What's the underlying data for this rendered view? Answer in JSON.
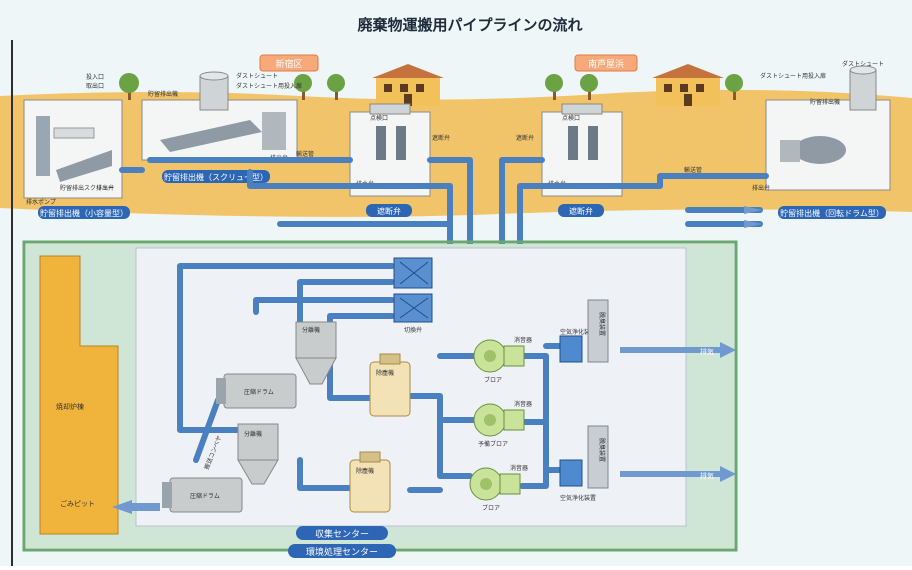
{
  "title": "廃棄物運搬用パイプラインの流れ",
  "badges": {
    "left_area": "新宿区",
    "right_area": "南芦屋浜"
  },
  "colors": {
    "sky": "#eef6f7",
    "ground": "#f2c46a",
    "ground_dark": "#e2a94a",
    "pipe": "#4a7fc0",
    "pipe_dark": "#2f5f9e",
    "building": "#f4f6f6",
    "badge_bg": "#f7a97a",
    "badge_border": "#e07a4a",
    "label_bg": "#2d66b4",
    "center_bg": "#cfe6d6",
    "center_border": "#6aa86f",
    "inner_bg": "#eef2f7",
    "boiler": "#f0b43c",
    "tank": "#f3e2b5",
    "blower": "#c9e39a",
    "sep": "#c8cccc",
    "house_wall": "#f3c15a",
    "roof": "#c6723c",
    "tree": "#6aa244",
    "trunk": "#8a5a2c"
  },
  "icons": {
    "tree": "tree-icon",
    "house": "house-icon",
    "flow_arrow": "arrow-right-icon",
    "exit_arrow": "arrow-left-icon"
  },
  "facilities": {
    "small_storage": {
      "label": "貯留排出機（小容量型）",
      "notes": [
        "投入口",
        "取出口",
        "貯留排出スクリュー",
        "排出弁",
        "排水ポンプ"
      ]
    },
    "screw_storage": {
      "label": "貯留排出機（スクリュー型）",
      "notes": [
        "ダストシュート",
        "ダストシュート用投入扉",
        "貯留排出機",
        "排出弁"
      ]
    },
    "shutoff_left": {
      "label": "遮断弁",
      "notes": [
        "遮断弁",
        "点検口",
        "排水弁"
      ]
    },
    "shutoff_right": {
      "label": "遮断弁",
      "notes": [
        "遮断弁",
        "点検口",
        "排水弁"
      ]
    },
    "drum_storage": {
      "label": "貯留排出機（回転ドラム型）",
      "notes": [
        "ダストシュート",
        "ダストシュート用投入扉",
        "貯留排出機",
        "排出弁"
      ]
    }
  },
  "pipe_labels": {
    "left": "輸送管",
    "right": "輸送管",
    "collect": "切換弁"
  },
  "center": {
    "outer_label": "環境処理センター",
    "inner_label": "収集センター",
    "incinerator": "焼却炉棟",
    "dust_pit": "ごみピット",
    "conveyor": "搬送コンベヤ"
  },
  "equipment": {
    "separator_top": "分離機",
    "separator_bottom": "分離機",
    "drum_top": "圧縮ドラム",
    "drum_bottom": "圧縮ドラム",
    "filter_top": "除塵機",
    "filter_bottom": "除塵機",
    "blower_1": "ブロア",
    "blower_2": "予備ブロア",
    "blower_3": "ブロア",
    "silencer_1": "消音器",
    "silencer_2": "消音器",
    "silencer_3": "消音器",
    "deodor_top": "空気浄化装置",
    "deodor_bottom": "空気浄化装置",
    "stack_top": "脱臭装置",
    "stack_bottom": "脱臭装置",
    "exhaust_top": "排気",
    "exhaust_bottom": "排気"
  }
}
